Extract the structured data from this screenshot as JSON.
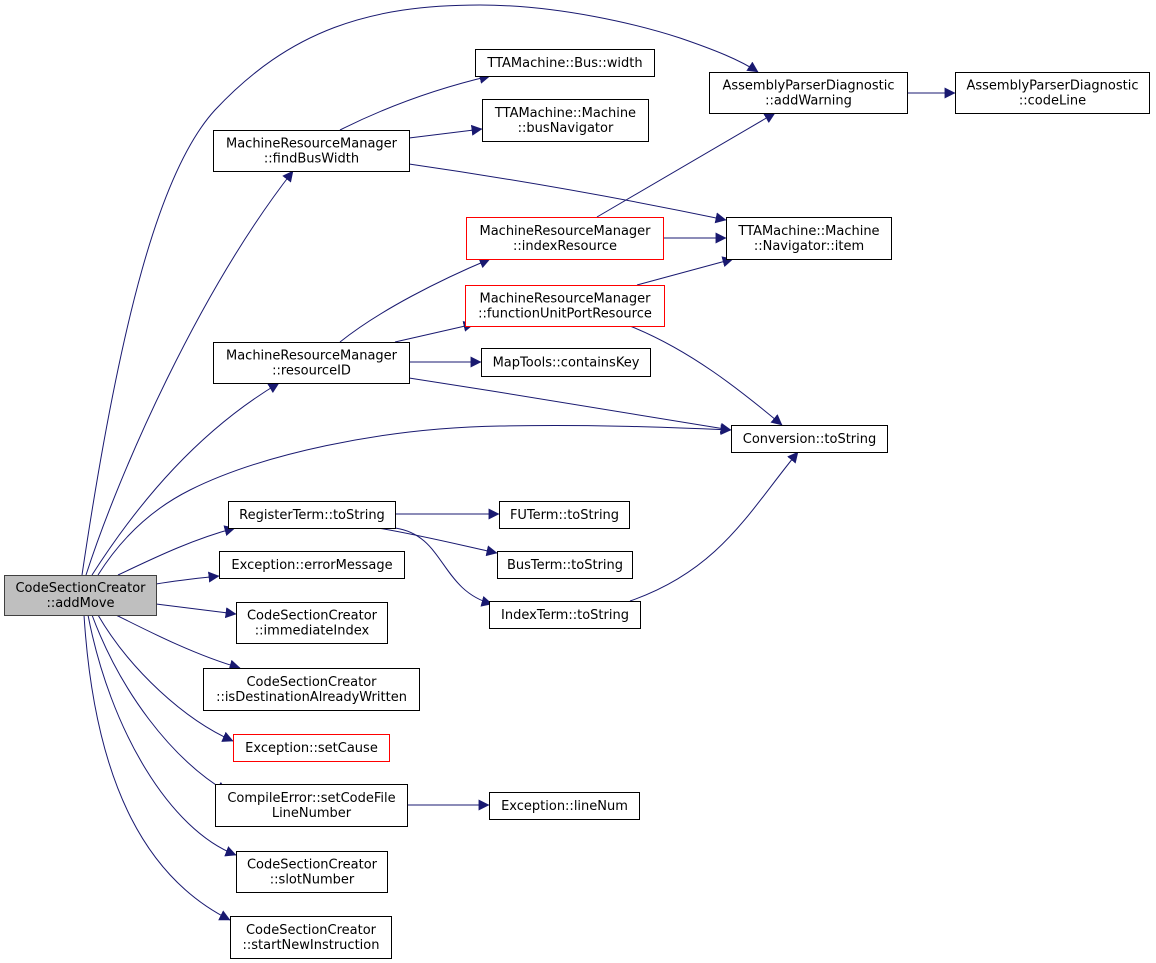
{
  "colors": {
    "edge": "#191970",
    "node_border": "#000000",
    "node_border_truncated": "#ff0000",
    "node_fill": "#ffffff",
    "root_fill": "#bfbfbf",
    "root_border": "#404040"
  },
  "nodes": [
    {
      "id": "root",
      "lines": [
        "CodeSectionCreator",
        "::addMove"
      ],
      "root": true
    },
    {
      "id": "bus_width",
      "lines": [
        "TTAMachine::Bus::width"
      ]
    },
    {
      "id": "bus_navigator",
      "lines": [
        "TTAMachine::Machine",
        "::busNavigator"
      ]
    },
    {
      "id": "find_bus_width",
      "lines": [
        "MachineResourceManager",
        "::findBusWidth"
      ]
    },
    {
      "id": "add_warning",
      "lines": [
        "AssemblyParserDiagnostic",
        "::addWarning"
      ]
    },
    {
      "id": "code_line",
      "lines": [
        "AssemblyParserDiagnostic",
        "::codeLine"
      ]
    },
    {
      "id": "navigator_item",
      "lines": [
        "TTAMachine::Machine",
        "::Navigator::item"
      ]
    },
    {
      "id": "index_resource",
      "lines": [
        "MachineResourceManager",
        "::indexResource"
      ],
      "truncated": true
    },
    {
      "id": "fu_port_resource",
      "lines": [
        "MachineResourceManager",
        "::functionUnitPortResource"
      ],
      "truncated": true
    },
    {
      "id": "resource_id",
      "lines": [
        "MachineResourceManager",
        "::resourceID"
      ]
    },
    {
      "id": "contains_key",
      "lines": [
        "MapTools::containsKey"
      ]
    },
    {
      "id": "conversion_tostring",
      "lines": [
        "Conversion::toString"
      ]
    },
    {
      "id": "register_term_tostring",
      "lines": [
        "RegisterTerm::toString"
      ]
    },
    {
      "id": "fu_term_tostring",
      "lines": [
        "FUTerm::toString"
      ]
    },
    {
      "id": "bus_term_tostring",
      "lines": [
        "BusTerm::toString"
      ]
    },
    {
      "id": "index_term_tostring",
      "lines": [
        "IndexTerm::toString"
      ]
    },
    {
      "id": "error_message",
      "lines": [
        "Exception::errorMessage"
      ]
    },
    {
      "id": "immediate_index",
      "lines": [
        "CodeSectionCreator",
        "::immediateIndex"
      ]
    },
    {
      "id": "is_dest_written",
      "lines": [
        "CodeSectionCreator",
        "::isDestinationAlreadyWritten"
      ]
    },
    {
      "id": "set_cause",
      "lines": [
        "Exception::setCause"
      ],
      "truncated": true
    },
    {
      "id": "set_code_file_line",
      "lines": [
        "CompileError::setCodeFile",
        "LineNumber"
      ]
    },
    {
      "id": "line_num",
      "lines": [
        "Exception::lineNum"
      ]
    },
    {
      "id": "slot_number",
      "lines": [
        "CodeSectionCreator",
        "::slotNumber"
      ]
    },
    {
      "id": "start_new_instruction",
      "lines": [
        "CodeSectionCreator",
        "::startNewInstruction"
      ]
    }
  ],
  "edges": [
    {
      "from": "root",
      "to": "add_warning"
    },
    {
      "from": "root",
      "to": "find_bus_width"
    },
    {
      "from": "root",
      "to": "resource_id"
    },
    {
      "from": "root",
      "to": "conversion_tostring"
    },
    {
      "from": "root",
      "to": "register_term_tostring"
    },
    {
      "from": "root",
      "to": "error_message"
    },
    {
      "from": "root",
      "to": "immediate_index"
    },
    {
      "from": "root",
      "to": "is_dest_written"
    },
    {
      "from": "root",
      "to": "set_cause"
    },
    {
      "from": "root",
      "to": "set_code_file_line"
    },
    {
      "from": "root",
      "to": "slot_number"
    },
    {
      "from": "root",
      "to": "start_new_instruction"
    },
    {
      "from": "find_bus_width",
      "to": "bus_width"
    },
    {
      "from": "find_bus_width",
      "to": "bus_navigator"
    },
    {
      "from": "find_bus_width",
      "to": "navigator_item"
    },
    {
      "from": "add_warning",
      "to": "code_line"
    },
    {
      "from": "index_resource",
      "to": "add_warning"
    },
    {
      "from": "index_resource",
      "to": "navigator_item"
    },
    {
      "from": "fu_port_resource",
      "to": "navigator_item"
    },
    {
      "from": "fu_port_resource",
      "to": "conversion_tostring"
    },
    {
      "from": "resource_id",
      "to": "index_resource"
    },
    {
      "from": "resource_id",
      "to": "fu_port_resource"
    },
    {
      "from": "resource_id",
      "to": "contains_key"
    },
    {
      "from": "resource_id",
      "to": "conversion_tostring"
    },
    {
      "from": "register_term_tostring",
      "to": "fu_term_tostring"
    },
    {
      "from": "register_term_tostring",
      "to": "bus_term_tostring"
    },
    {
      "from": "register_term_tostring",
      "to": "index_term_tostring"
    },
    {
      "from": "index_term_tostring",
      "to": "conversion_tostring"
    },
    {
      "from": "set_code_file_line",
      "to": "line_num"
    }
  ]
}
